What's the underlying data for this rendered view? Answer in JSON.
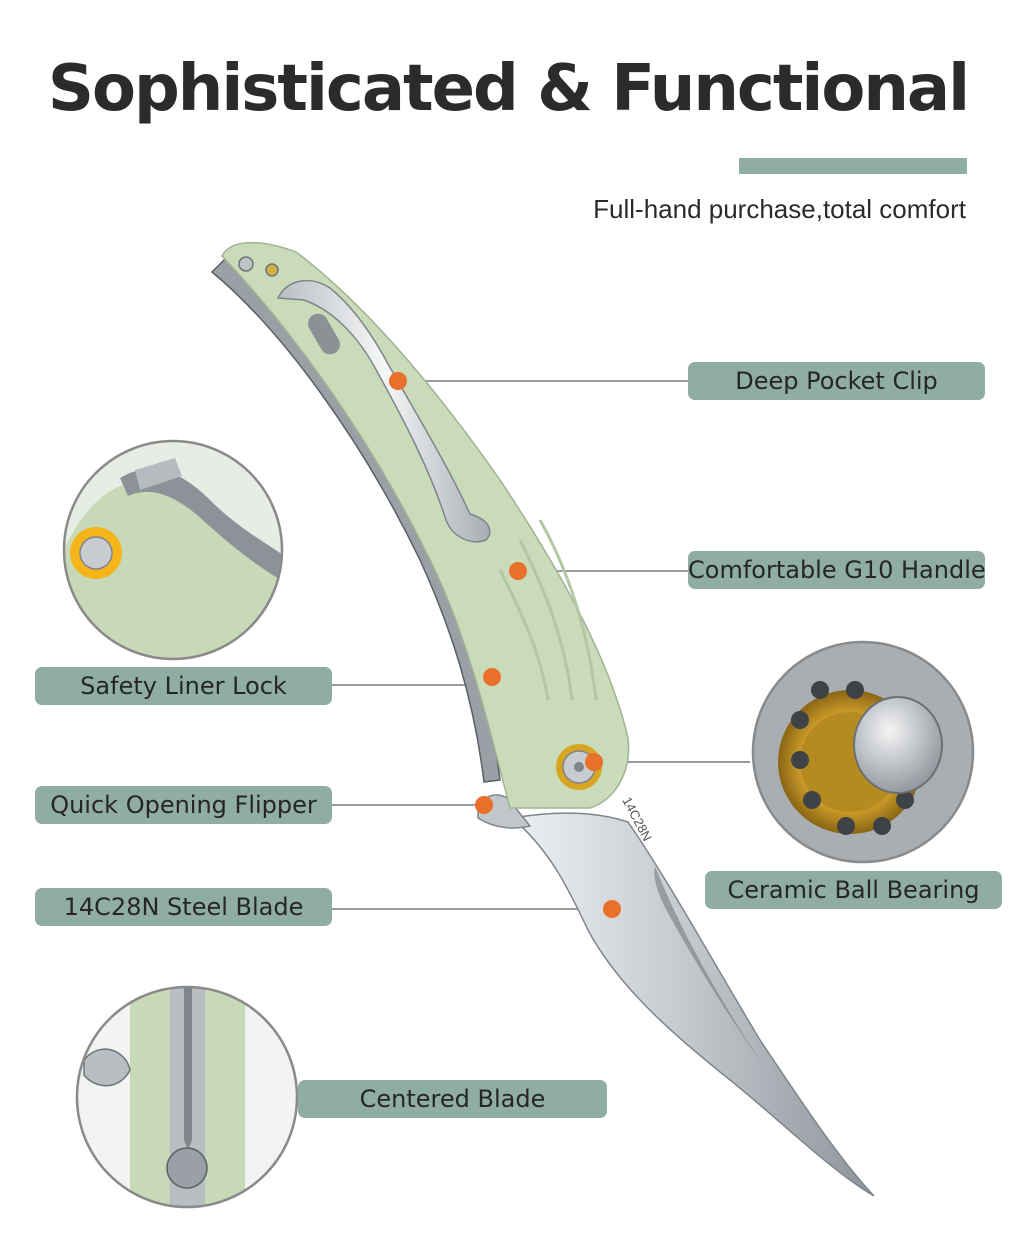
{
  "header": {
    "title": "Sophisticated & Functional",
    "subtitle": "Full-hand purchase,total comfort"
  },
  "blade_marking": "14C28N",
  "callouts": {
    "pocket_clip": "Deep Pocket Clip",
    "handle": "Comfortable G10 Handle",
    "liner_lock": "Safety Liner Lock",
    "flipper": "Quick Opening Flipper",
    "bearing": "Ceramic Ball Bearing",
    "blade_steel": "14C28N Steel Blade",
    "centered": "Centered Blade"
  },
  "colors": {
    "accent": "#8fada0",
    "dot": "#e8702a",
    "handle": "#c5d9b6",
    "title": "#2b2b2b"
  }
}
